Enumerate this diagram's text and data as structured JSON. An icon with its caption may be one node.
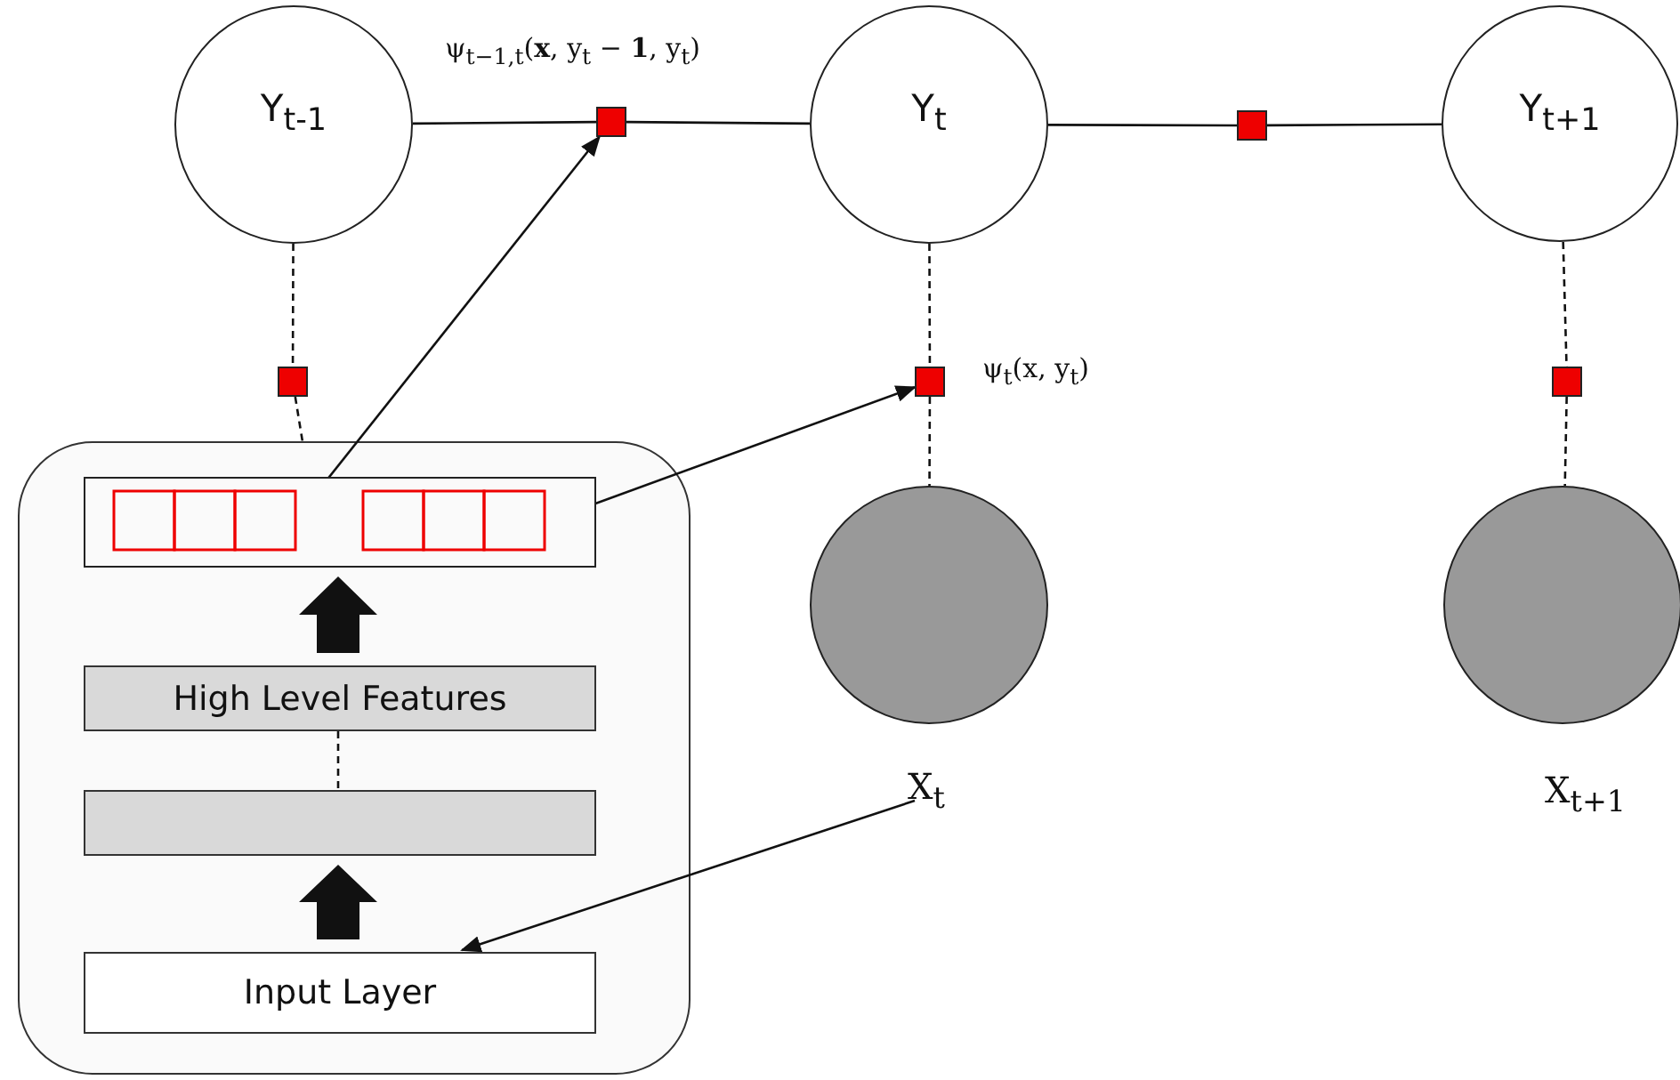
{
  "diagram": {
    "nodes": [
      {
        "text": [
          "Y$_{t-1}$"
        ]
      },
      {
        "text": [
          "Y$_{t}$"
        ]
      },
      {
        "text": [
          "Y$_{t+1}$"
        ]
      },
      {
        "text": [],
        "shape": "box",
        "beside": [
          "ψ$_{t−1,t}$(**x**, y$_{t}$ − **1**, y$_{t}$)"
        ]
      },
      {
        "text": [],
        "shape": "box"
      },
      {
        "text": [],
        "shape": "box"
      },
      {
        "text": [],
        "shape": "box",
        "beside": [
          "ψ$_{t}$(x, y$_{t}$)"
        ]
      },
      {
        "text": [],
        "shape": "box"
      },
      {
        "text": [],
        "shape": "circle",
        "beside": [
          "X$_{t}$"
        ]
      },
      {
        "text": [],
        "shape": "circle",
        "beside": [
          "X$_{t+1}$"
        ]
      },
      {
        "text": [],
        "shape": "box"
      },
      {
        "text": [],
        "shape": "box",
        "in": 10
      },
      {
        "text": [
          "High Level Features"
        ],
        "in": 10
      },
      {
        "text": [],
        "shape": "bar",
        "in": 10
      },
      {
        "text": [
          "Input Layer"
        ],
        "in": 10
      }
    ],
    "edges": [
      {
        "from": 0,
        "to": 3,
        "arrow": "none"
      },
      {
        "from": 3,
        "to": 1,
        "arrow": "none"
      },
      {
        "from": 1,
        "to": 4,
        "arrow": "none"
      },
      {
        "from": 4,
        "to": 2,
        "arrow": "none"
      },
      {
        "from": 0,
        "to": 5,
        "arrow": "none",
        "style": "dashed"
      },
      {
        "from": 1,
        "to": 6,
        "arrow": "none",
        "style": "dashed"
      },
      {
        "from": 2,
        "to": 7,
        "arrow": "none",
        "style": "dashed"
      },
      {
        "from": 5,
        "to": 10,
        "arrow": "none",
        "style": "dashed"
      },
      {
        "from": 6,
        "to": 8,
        "arrow": "none",
        "style": "dashed"
      },
      {
        "from": 7,
        "to": 9,
        "arrow": "none",
        "style": "dashed"
      },
      {
        "from": 11,
        "to": 3,
        "arrow": "to"
      },
      {
        "from": 11,
        "to": 6,
        "arrow": "to"
      },
      {
        "from": 8,
        "to": 14,
        "arrow": "to"
      },
      {
        "from": 14,
        "to": 13,
        "arrow": "to",
        "style": "thick"
      },
      {
        "from": 13,
        "to": 12,
        "arrow": "none",
        "style": "dashed"
      },
      {
        "from": 12,
        "to": 11,
        "arrow": "to",
        "style": "thick"
      }
    ]
  }
}
